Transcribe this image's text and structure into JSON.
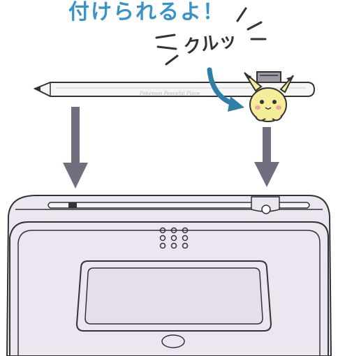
{
  "caption": {
    "text": "付けられるよ！",
    "color": "#3a93c8"
  },
  "sound_effect": {
    "text": "クルッ"
  },
  "stylus": {
    "engraving": "Pokémon Peaceful Place",
    "color": "#f6f6f6"
  },
  "device": {
    "body_color": "#ece6f0",
    "outline_color": "#333333"
  },
  "arrows": {
    "color": "#6f6f7f"
  },
  "motion_arrow": {
    "color": "#2f7ea8"
  },
  "character": {
    "name": "Pikachu",
    "body_color": "#f6ed9a",
    "clip_color": "#9a9aa3"
  }
}
